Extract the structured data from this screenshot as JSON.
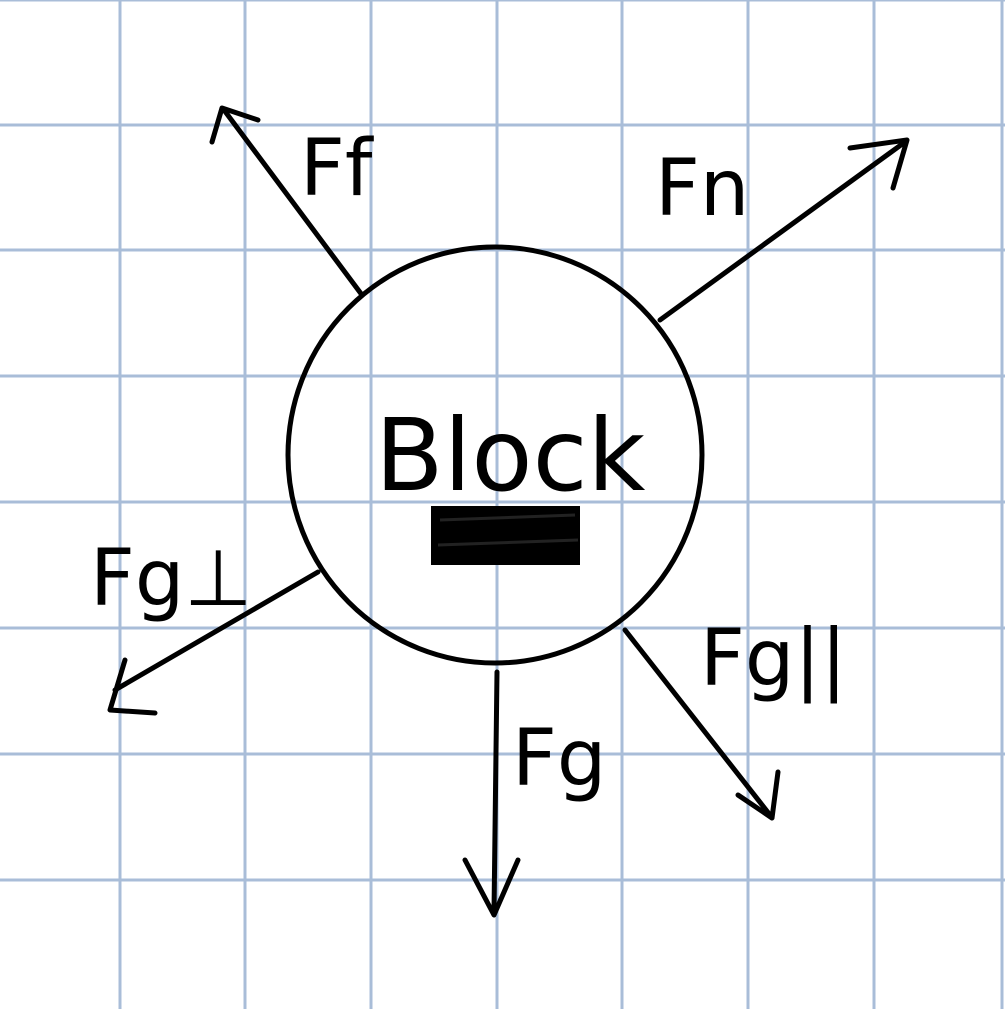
{
  "diagram": {
    "center_label": "Block",
    "forces": [
      {
        "id": "friction",
        "label": "Ff"
      },
      {
        "id": "normal",
        "label": "Fn"
      },
      {
        "id": "gravity_perp",
        "label": "Fg⊥"
      },
      {
        "id": "gravity",
        "label": "Fg"
      },
      {
        "id": "gravity_parallel",
        "label": "Fg||"
      }
    ],
    "colors": {
      "ink": "#000000",
      "grid": "#a9bdd8",
      "paper": "#ffffff"
    }
  }
}
